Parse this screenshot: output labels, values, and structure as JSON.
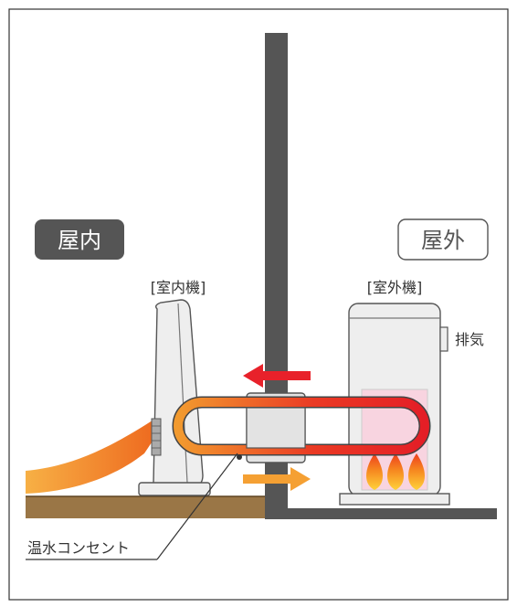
{
  "labels": {
    "indoor": "屋内",
    "outdoor": "屋外",
    "indoor_unit": "[室内機]",
    "outdoor_unit": "[室外機]",
    "exhaust": "排気",
    "connector": "温水コンセント"
  },
  "colors": {
    "wall": "#555555",
    "floor": "#9a7646",
    "indoor_badge": "#555555",
    "hot_pipe": "#e8212a",
    "warm_pipe": "#f5a033",
    "warm_air": "#f08a2c",
    "combustion_window": "#f8d4e0",
    "flame": "#f26b21"
  }
}
